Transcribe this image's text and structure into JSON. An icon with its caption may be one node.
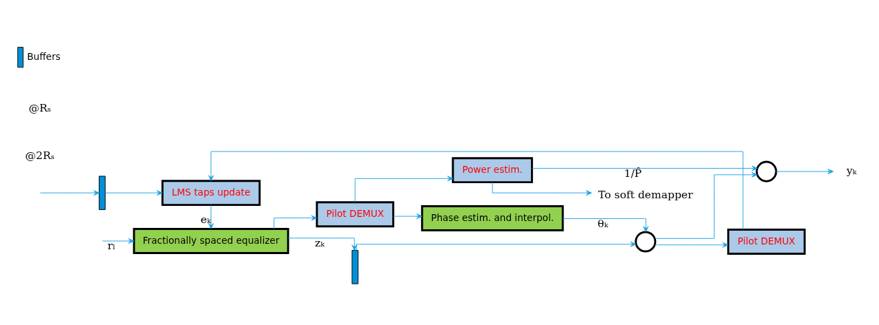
{
  "diagram": {
    "nodes": [
      {
        "text": [
          "Fractionally spaced equalizer"
        ]
      },
      {
        "text": [
          "LMS taps update"
        ]
      },
      {
        "text": [
          "Pilot DEMUX"
        ]
      },
      {
        "text": [
          "Power estim."
        ]
      },
      {
        "text": [
          "Phase estim. and interpol."
        ]
      },
      {
        "text": [],
        "shape": "bar"
      },
      {
        "text": [],
        "shape": "bar"
      },
      {
        "text": [],
        "shape": "circle"
      },
      {
        "text": [],
        "shape": "circle"
      },
      {
        "text": [
          "Pilot DEMUX"
        ]
      },
      {
        "text": [
          "To soft demapper"
        ]
      },
      {
        "text": [
          "yₖ"
        ]
      }
    ],
    "edges": [
      {
        "from": null,
        "to": 0,
        "arrow": "to",
        "label": "rₗ"
      },
      {
        "from": null,
        "to": 5,
        "arrow": "to"
      },
      {
        "from": 5,
        "to": 1,
        "arrow": "to"
      },
      {
        "from": 1,
        "to": 0,
        "arrow": "to",
        "label": "eₖ"
      },
      {
        "from": 0,
        "to": 2,
        "arrow": "to"
      },
      {
        "from": 0,
        "to": 6,
        "arrow": "to",
        "label": "zₖ"
      },
      {
        "from": 2,
        "to": 3,
        "arrow": "to"
      },
      {
        "from": 2,
        "to": 4,
        "arrow": "to"
      },
      {
        "from": 4,
        "to": 7,
        "arrow": "to",
        "label": "θₖ"
      },
      {
        "from": 6,
        "to": 7,
        "arrow": "to"
      },
      {
        "from": 7,
        "to": 8,
        "arrow": "to"
      },
      {
        "from": 7,
        "to": 9,
        "arrow": "to"
      },
      {
        "from": 9,
        "to": 1,
        "arrow": "to"
      },
      {
        "from": 3,
        "to": 10,
        "arrow": "to"
      },
      {
        "from": 3,
        "to": 8,
        "arrow": "to",
        "label": "1/P̂"
      },
      {
        "from": 8,
        "to": 11,
        "arrow": "to"
      }
    ],
    "labels": [
      "@2Rₛ",
      "@Rₛ"
    ],
    "legend": [
      {
        "text": "Buffers"
      }
    ]
  }
}
